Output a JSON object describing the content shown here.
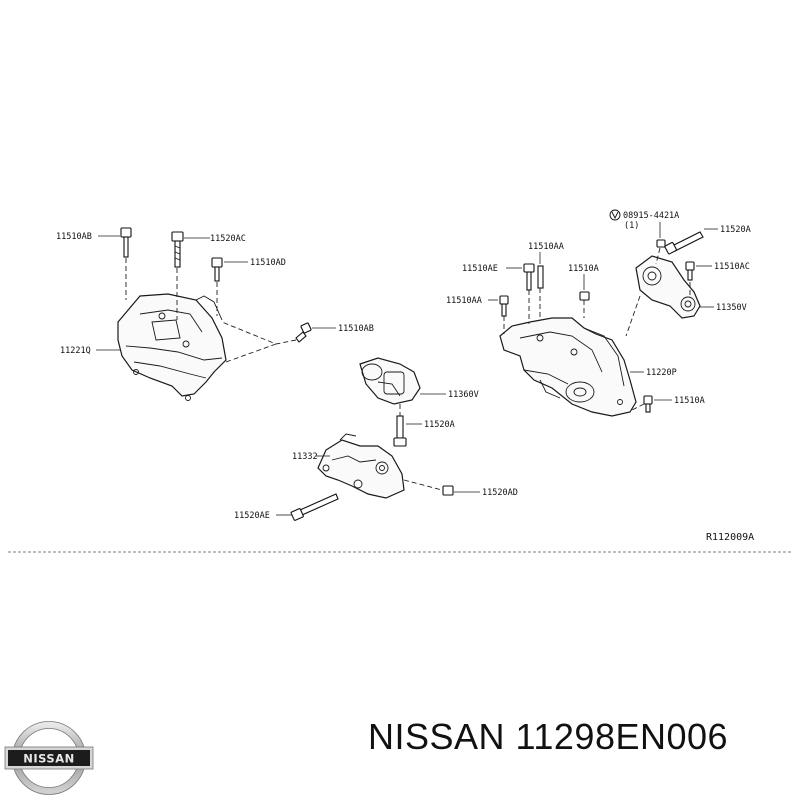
{
  "diagram": {
    "labels": {
      "p11510AB_top": "11510AB",
      "p11520AC": "11520AC",
      "p11510AD": "11510AD",
      "p11510AB_right": "11510AB",
      "p11221Q": "11221Q",
      "p11360V": "11360V",
      "p11520A_mid": "11520A",
      "p11332": "11332",
      "p11520AD": "11520AD",
      "p11520AE": "11520AE",
      "p08915": "08915-4421A",
      "p08915_qty": "(1)",
      "p11520A_right": "11520A",
      "p11510AA_top": "11510AA",
      "p11510AE": "11510AE",
      "p11510A_mid": "11510A",
      "p11510AC": "11510AC",
      "p11510AA_left": "11510AA",
      "p11350V": "11350V",
      "p11220P": "11220P",
      "p11510A_bottom": "11510A",
      "ref": "R112009A"
    }
  },
  "footer": {
    "logo_text": "NISSAN",
    "caption": "NISSAN 11298EN006"
  }
}
